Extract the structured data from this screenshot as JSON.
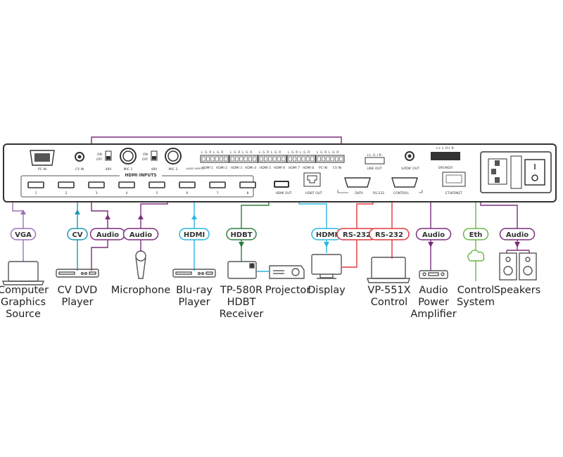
{
  "device": {
    "pc_in": "PC IN",
    "cv_in": "CV IN",
    "on": "ON",
    "off": "OFF",
    "v48": "48V",
    "mic1": "MIC 1",
    "mic2": "MIC 2",
    "hdmi_inputs": "HDMI INPUTS",
    "hdmi_ports": [
      "1",
      "2",
      "3",
      "4",
      "5",
      "6",
      "7",
      "8"
    ],
    "audio_inputs": "AUDIO INPUTS",
    "lgr": "L G R L G R",
    "audio_terminals": [
      "HDMI 1",
      "HDMI 2",
      "HDMI 3",
      "HDMI 4",
      "HDMI 5",
      "HDMI 6",
      "HDMI 7",
      "HDMI 8",
      "PC IN",
      "CV IN"
    ],
    "hdmi_out": "HDMI OUT",
    "hdbt_out": "HDBT OUT",
    "data": "DATA",
    "rs232": "RS-232",
    "control": "CONTROL",
    "line_out_pins": "+L- G +R-",
    "line_out": "LINE OUT",
    "spdif_out": "S/PDIF OUT",
    "speaker_pins": "L+ L- R+ R-",
    "speaker": "SPEAKER",
    "ethernet": "ETHERNET"
  },
  "colors": {
    "vga": "#9b72b8",
    "cv": "#1a98b3",
    "audio": "#7b2d7e",
    "hdmi": "#2bb6e2",
    "hdbt": "#2e7d3e",
    "rs232": "#e0363b",
    "eth": "#6ab84a"
  },
  "connections": [
    {
      "label": "VGA",
      "type": "vga"
    },
    {
      "label": "CV",
      "type": "cv"
    },
    {
      "label": "Audio",
      "type": "audio"
    },
    {
      "label": "Audio",
      "type": "audio"
    },
    {
      "label": "HDMI",
      "type": "hdmi"
    },
    {
      "label": "HDBT",
      "type": "hdbt"
    },
    {
      "label": "HDMI",
      "type": "hdmi"
    },
    {
      "label": "RS-232",
      "type": "rs232"
    },
    {
      "label": "RS-232",
      "type": "rs232"
    },
    {
      "label": "Audio",
      "type": "audio"
    },
    {
      "label": "Eth",
      "type": "eth"
    },
    {
      "label": "Audio",
      "type": "audio"
    }
  ],
  "devices": [
    [
      "Computer",
      "Graphics",
      "Source"
    ],
    [
      "CV DVD",
      "Player"
    ],
    [
      "Microphone"
    ],
    [
      "Blu-ray",
      "Player"
    ],
    [
      "TP-580R",
      "HDBT",
      "Receiver"
    ],
    [
      "Projector"
    ],
    [
      "Display"
    ],
    [
      "VP-551X",
      "Control"
    ],
    [
      "Audio",
      "Power",
      "Amplifier"
    ],
    [
      "Control",
      "System"
    ],
    [
      "Speakers"
    ]
  ]
}
